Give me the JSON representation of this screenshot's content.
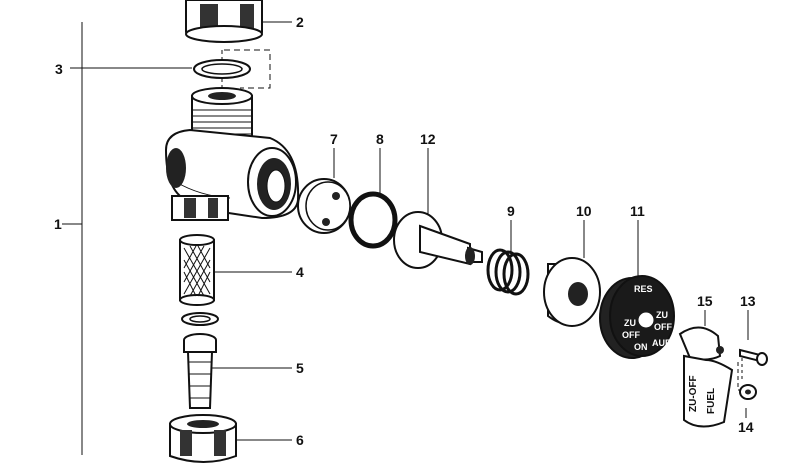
{
  "callouts": [
    {
      "id": "1",
      "text": "1"
    },
    {
      "id": "2",
      "text": "2"
    },
    {
      "id": "3",
      "text": "3"
    },
    {
      "id": "4",
      "text": "4"
    },
    {
      "id": "5",
      "text": "5"
    },
    {
      "id": "6",
      "text": "6"
    },
    {
      "id": "7",
      "text": "7"
    },
    {
      "id": "8",
      "text": "8"
    },
    {
      "id": "9",
      "text": "9"
    },
    {
      "id": "10",
      "text": "10"
    },
    {
      "id": "11",
      "text": "11"
    },
    {
      "id": "12",
      "text": "12"
    },
    {
      "id": "13",
      "text": "13"
    },
    {
      "id": "14",
      "text": "14"
    },
    {
      "id": "15",
      "text": "15"
    }
  ],
  "knob_markings": {
    "res": "RES",
    "zu_left": "ZU",
    "off_left": "OFF",
    "zu_right": "ZU",
    "off_right": "OFF",
    "on": "ON",
    "auf": "AUF"
  },
  "lever_markings": {
    "zu_off": "ZU-OFF",
    "fuel": "FUEL"
  }
}
